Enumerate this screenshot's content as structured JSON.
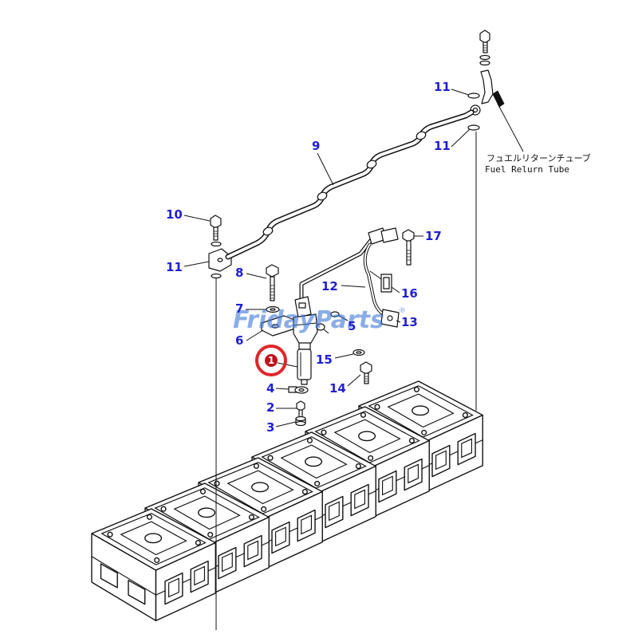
{
  "diagram": {
    "labels": [
      "11",
      "11",
      "9",
      "10",
      "11",
      "8",
      "17",
      "12",
      "16",
      "7",
      "13",
      "5",
      "6",
      "1",
      "15",
      "4",
      "14",
      "2",
      "3"
    ],
    "callout_jp": "フュエルリターンチューブ",
    "callout_en": "Fuel Relurn Tube",
    "watermark": "FridayParts",
    "watermark_mark": "®"
  },
  "colors": {
    "label": "#1f1fd2",
    "highlight": "#e0252b",
    "highlight_dot": "#c0101a",
    "linework": "#111111",
    "watermark": "#3f78d8"
  }
}
